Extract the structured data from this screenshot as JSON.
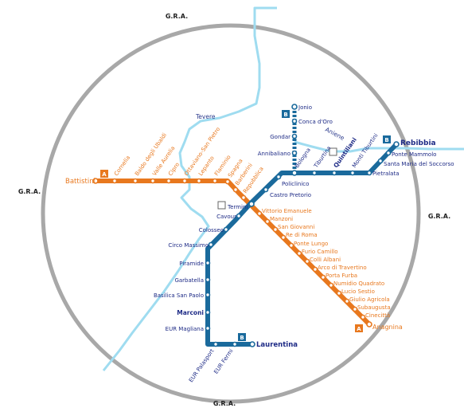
{
  "colors": {
    "line_a": "#e8781e",
    "line_b": "#1a6a9c",
    "line_b_branch": "#1a6a9c",
    "river": "#9fdcf0",
    "ring": "#a8a8a8",
    "label_a": "#e8781e",
    "label_b": "#1e2b86"
  },
  "ring_labels": {
    "top": "G.R.A.",
    "left": "G.R.A.",
    "right": "G.R.A.",
    "bottom": "G.R.A."
  },
  "rivers": {
    "tevere": "Tevere",
    "aniene": "Aniene"
  },
  "badges": {
    "line_a": "A",
    "line_b": "B"
  },
  "stations": {
    "battistini": "Battistini",
    "cornelia": "Cornelia",
    "baldo": "Baldo degli Ubaldi",
    "valle_aurelia": "Valle Aurelia",
    "cipro": "Cipro",
    "ottaviano": "Ottaviano-San Pietro",
    "lepanto": "Lepanto",
    "flaminio": "Flaminio",
    "spagna": "Spagna",
    "barberini": "Barberini",
    "repubblica": "Repubblica",
    "termini": "Termini",
    "vittorio": "Vittorio Emanuele",
    "manzoni": "Manzoni",
    "san_giovanni": "San Giovanni",
    "re_di_roma": "Re di Roma",
    "ponte_lungo": "Ponte Lungo",
    "furio_camillo": "Furio Camillo",
    "colli_albani": "Colli Albani",
    "arco_travertino": "Arco di Travertino",
    "porta_furba": "Porta Furba",
    "numidio": "Numidio Quadrato",
    "lucio_sestio": "Lucio Sestio",
    "giulio_agricola": "Giulio Agricola",
    "subaugusta": "Subaugusta",
    "cinecitta": "Cinecittà",
    "anagnina": "Anagnina",
    "laurentina": "Laurentina",
    "eur_fermi": "EUR Fermi",
    "eur_palasport": "EUR Palasport",
    "eur_magliana": "EUR Magliana",
    "marconi": "Marconi",
    "basilica": "Basilica San Paolo",
    "garbatella": "Garbatella",
    "piramide": "Piramide",
    "circo_massimo": "Circo Massimo",
    "colosseo": "Colosseo",
    "cavour": "Cavour",
    "castro_pretorio": "Castro Pretorio",
    "policlinico": "Policlinico",
    "bologna": "Bologna",
    "tiburtina": "Tiburtina",
    "quintiliani": "Quintiliani",
    "monti_tiburtini": "Monti Tiburtini",
    "pietralata": "Pietralata",
    "santa_maria": "Santa Maria del Soccorso",
    "ponte_mammolo": "Ponte Mammolo",
    "rebibbia": "Rebibbia",
    "annibaliano": "Annibaliano",
    "gondar": "Gondar",
    "conca_doro": "Conca d'Oro",
    "jonio": "Jonio"
  }
}
